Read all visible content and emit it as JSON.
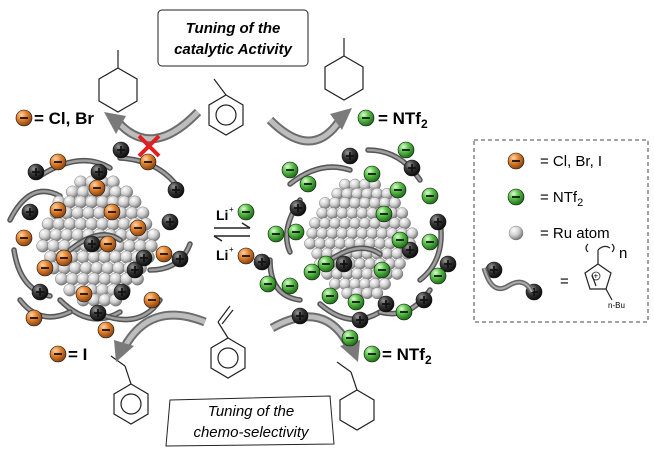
{
  "top_box": {
    "line1": "Tuning of the",
    "line2": "catalytic Activity"
  },
  "bottom_box": {
    "line1": "Tuning of the",
    "line2": "chemo-selectivity"
  },
  "labels": {
    "top_left": "= Cl, Br",
    "top_right": "= NTf",
    "top_right_sub": "2",
    "bottom_left": "= I",
    "bottom_right": "= NTf",
    "bottom_right_sub": "2"
  },
  "exchange": {
    "upper": "Li",
    "lower": "Li",
    "charge": "+"
  },
  "legend": {
    "items": [
      {
        "text": "= Cl, Br, I"
      },
      {
        "text": "= NTf",
        "sub": "2"
      },
      {
        "text": "= Ru atom"
      }
    ],
    "ligand_eq": "=",
    "n_label": "n",
    "nbu_label": "n-Bu"
  },
  "colors": {
    "anion_orange": "#d9772a",
    "anion_green": "#5cc24a",
    "cation_dark": "#3a3a3a",
    "ru_grey": "#cfcfcf",
    "red_cross": "#e02020",
    "arrow_grey": "#8a8a8a"
  }
}
